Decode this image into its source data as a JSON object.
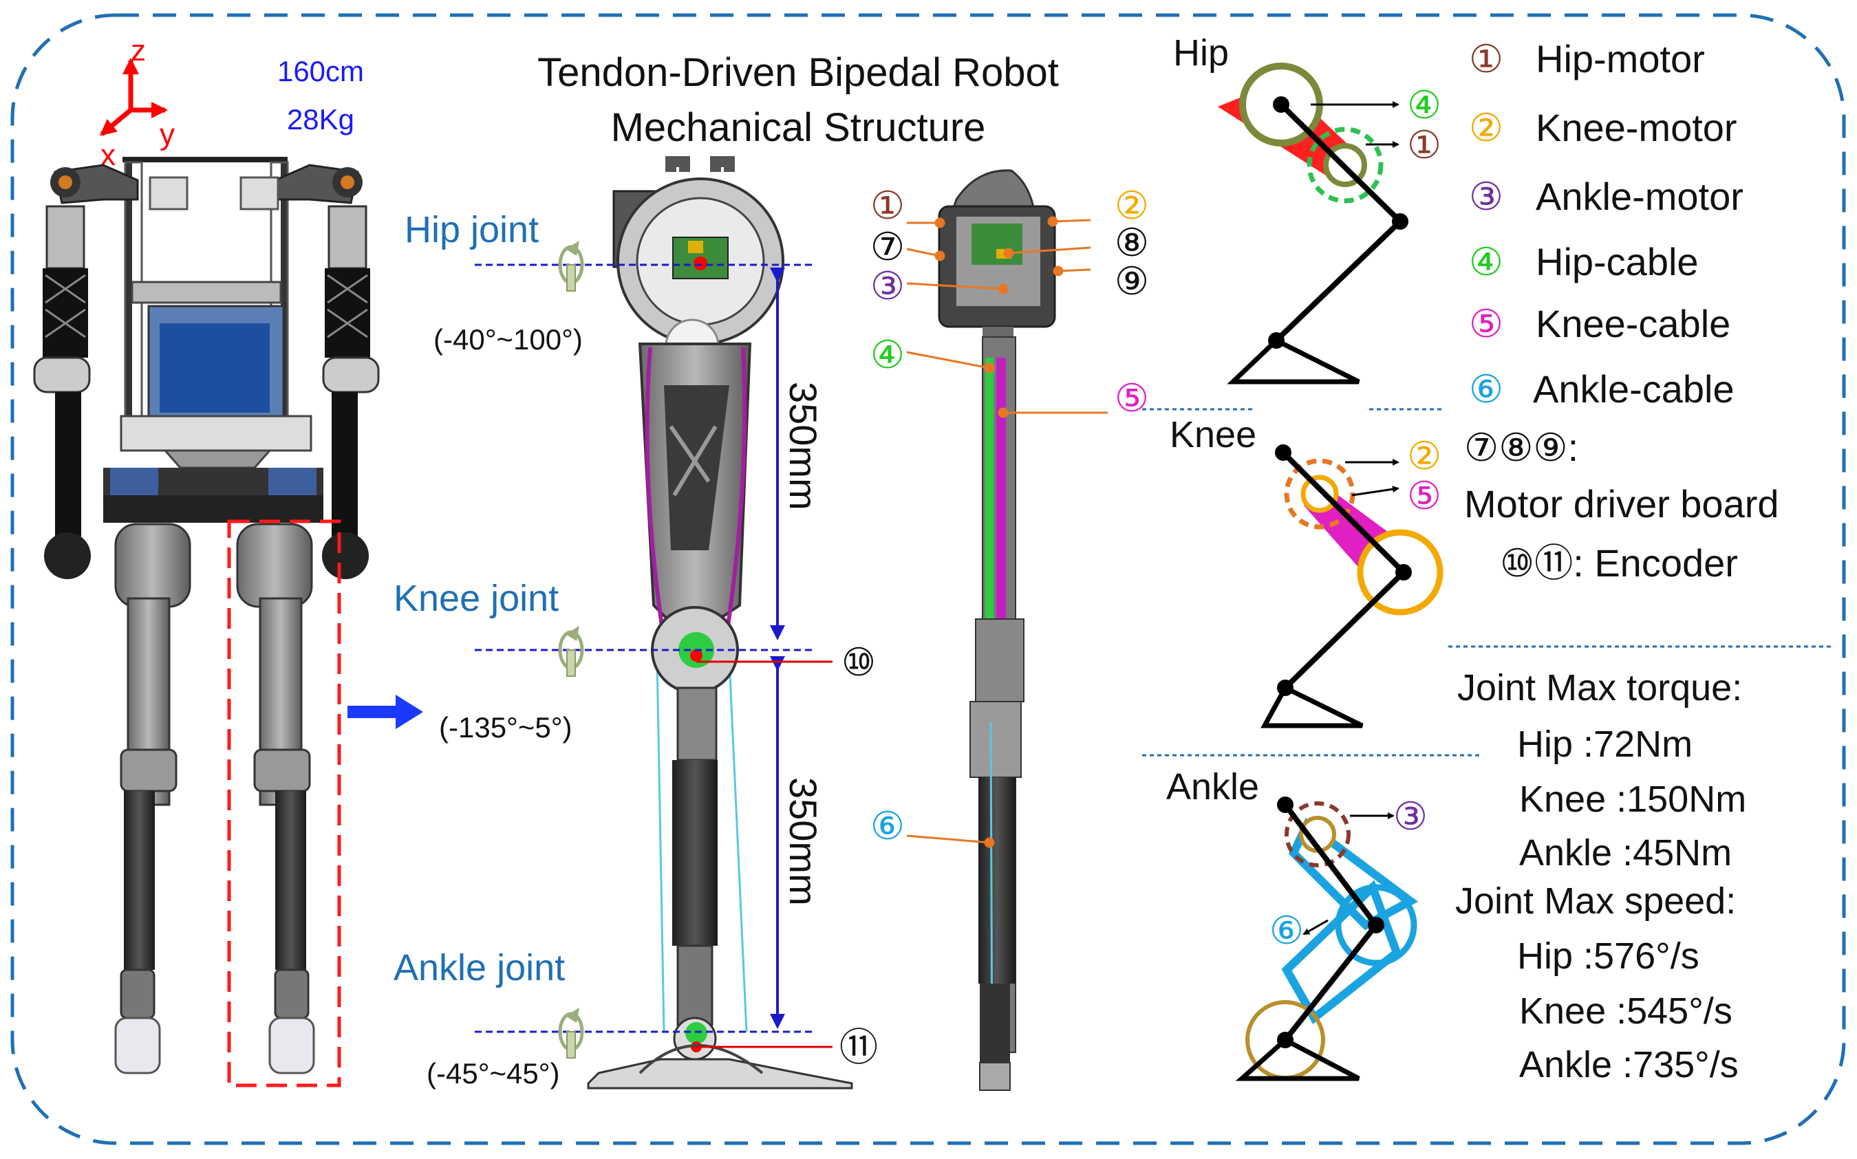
{
  "title": {
    "line1": "Tendon-Driven Bipedal Robot",
    "line2": "Mechanical Structure"
  },
  "axes": {
    "z": "z",
    "x": "x",
    "y": "y"
  },
  "specs": {
    "height": "160cm",
    "weight": "28Kg"
  },
  "joints": {
    "hip": {
      "label": "Hip joint",
      "range": "(-40°~100°)"
    },
    "knee": {
      "label": "Knee joint",
      "range": "(-135°~5°)"
    },
    "ankle": {
      "label": "Ankle joint",
      "range": "(-45°~45°)"
    }
  },
  "dimensions": {
    "thigh": "350mm",
    "shank": "350mm"
  },
  "markers": {
    "m1": "①",
    "m2": "②",
    "m3": "③",
    "m4": "④",
    "m5": "⑤",
    "m6": "⑥",
    "m7": "⑦",
    "m8": "⑧",
    "m9": "⑨",
    "m10": "⑩",
    "m11": "⑪"
  },
  "schematic": {
    "hip": "Hip",
    "knee": "Knee",
    "ankle": "Ankle"
  },
  "legend": {
    "items": [
      {
        "num": "①",
        "label": "Hip-motor",
        "color": "#8b3a2a"
      },
      {
        "num": "②",
        "label": "Knee-motor",
        "color": "#f2a900"
      },
      {
        "num": "③",
        "label": "Ankle-motor",
        "color": "#7030a0"
      },
      {
        "num": "④",
        "label": "Hip-cable",
        "color": "#22cc22"
      },
      {
        "num": "⑤",
        "label": "Knee-cable",
        "color": "#e020c0"
      },
      {
        "num": "⑥",
        "label": "Ankle-cable",
        "color": "#1aa3e0"
      }
    ],
    "driver_nums": "⑦⑧⑨:",
    "driver_label": "Motor driver board",
    "encoder": "⑩⑪: Encoder"
  },
  "performance": {
    "torque_title": "Joint Max torque:",
    "torque": [
      "Hip :72Nm",
      "Knee :150Nm",
      "Ankle :45Nm"
    ],
    "speed_title": "Joint Max speed:",
    "speed": [
      "Hip :576°/s",
      "Knee :545°/s",
      "Ankle :735°/s"
    ]
  },
  "colors": {
    "frame": "#1f6fb5",
    "joint_label": "#1f6fb5",
    "spec_text": "#1a1aff",
    "hip_motor": "#8b3a2a",
    "knee_motor": "#f2a900",
    "ankle_motor": "#7030a0",
    "hip_cable": "#22cc22",
    "knee_cable": "#e020c0",
    "ankle_cable": "#1aa3e0",
    "dim_arrow": "#1a1acc",
    "leader": "#e87722",
    "encoder_line": "#e00000"
  }
}
